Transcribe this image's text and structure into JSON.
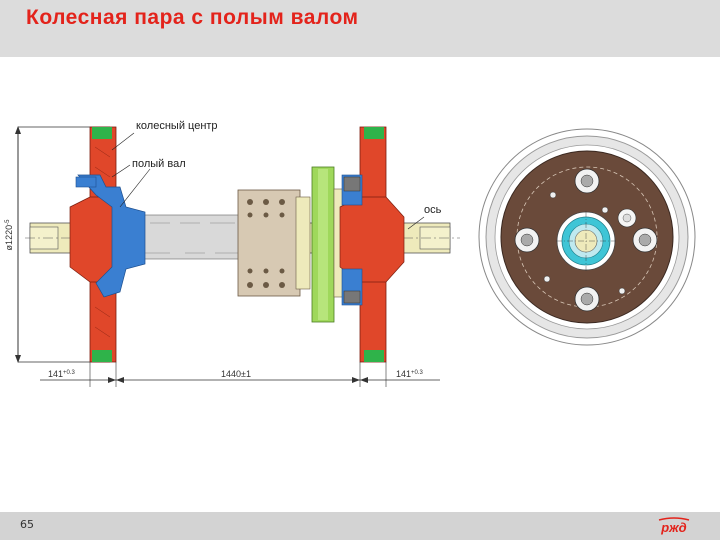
{
  "slide": {
    "title": "Колесная пара с полым валом",
    "page_number": "65"
  },
  "logo": {
    "text": "ржд",
    "icon": "rzd-logo-icon",
    "color": "#e3231b"
  },
  "diagram": {
    "labels": {
      "wheel_center": "колесный центр",
      "hollow_shaft": "полый вал",
      "axle": "ось"
    },
    "dimensions": {
      "diameter": "ø1220",
      "diameter_tol": "-5",
      "left_offset": "141",
      "left_offset_tol": "+0.3",
      "gauge": "1440±1",
      "right_offset": "141",
      "right_offset_tol": "+0.3"
    }
  },
  "colors": {
    "title": "#e3231b",
    "wheel": "#e0472a",
    "tire_insert": "#2fb34a",
    "hollow_shaft": "#3a7fd1",
    "axle": "#eeeabb",
    "gear": "#9fd85b",
    "gear_housing": "#d7c9b3",
    "disc_body": "#6a4a3a"
  }
}
